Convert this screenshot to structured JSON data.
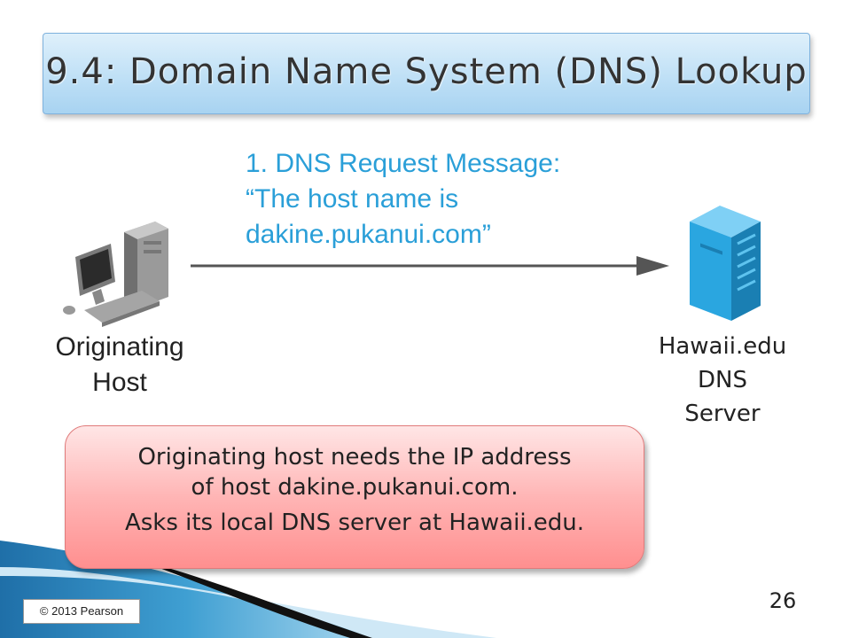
{
  "slide": {
    "title": "9.4: Domain Name System (DNS) Lookup",
    "page_number": "26",
    "copyright": "© 2013 Pearson"
  },
  "diagram": {
    "message_lines": [
      "1. DNS Request Message:",
      "“The host name is",
      "dakine.pukanui.com”"
    ],
    "originating_host": {
      "icon": "desktop-computer-icon",
      "label_lines": [
        "Originating",
        "Host"
      ]
    },
    "dns_server": {
      "icon": "server-tower-icon",
      "label_lines": [
        "Hawaii.edu",
        "DNS",
        "Server"
      ]
    },
    "colors": {
      "message_text": "#2a9fd8",
      "arrow": "#555555",
      "server_blue": "#2aa6e0",
      "computer_gray": "#8a8a8a"
    }
  },
  "callout": {
    "lines": [
      "Originating host needs the IP address",
      "of host dakine.pukanui.com.",
      "Asks its local DNS server at Hawaii.edu."
    ]
  }
}
